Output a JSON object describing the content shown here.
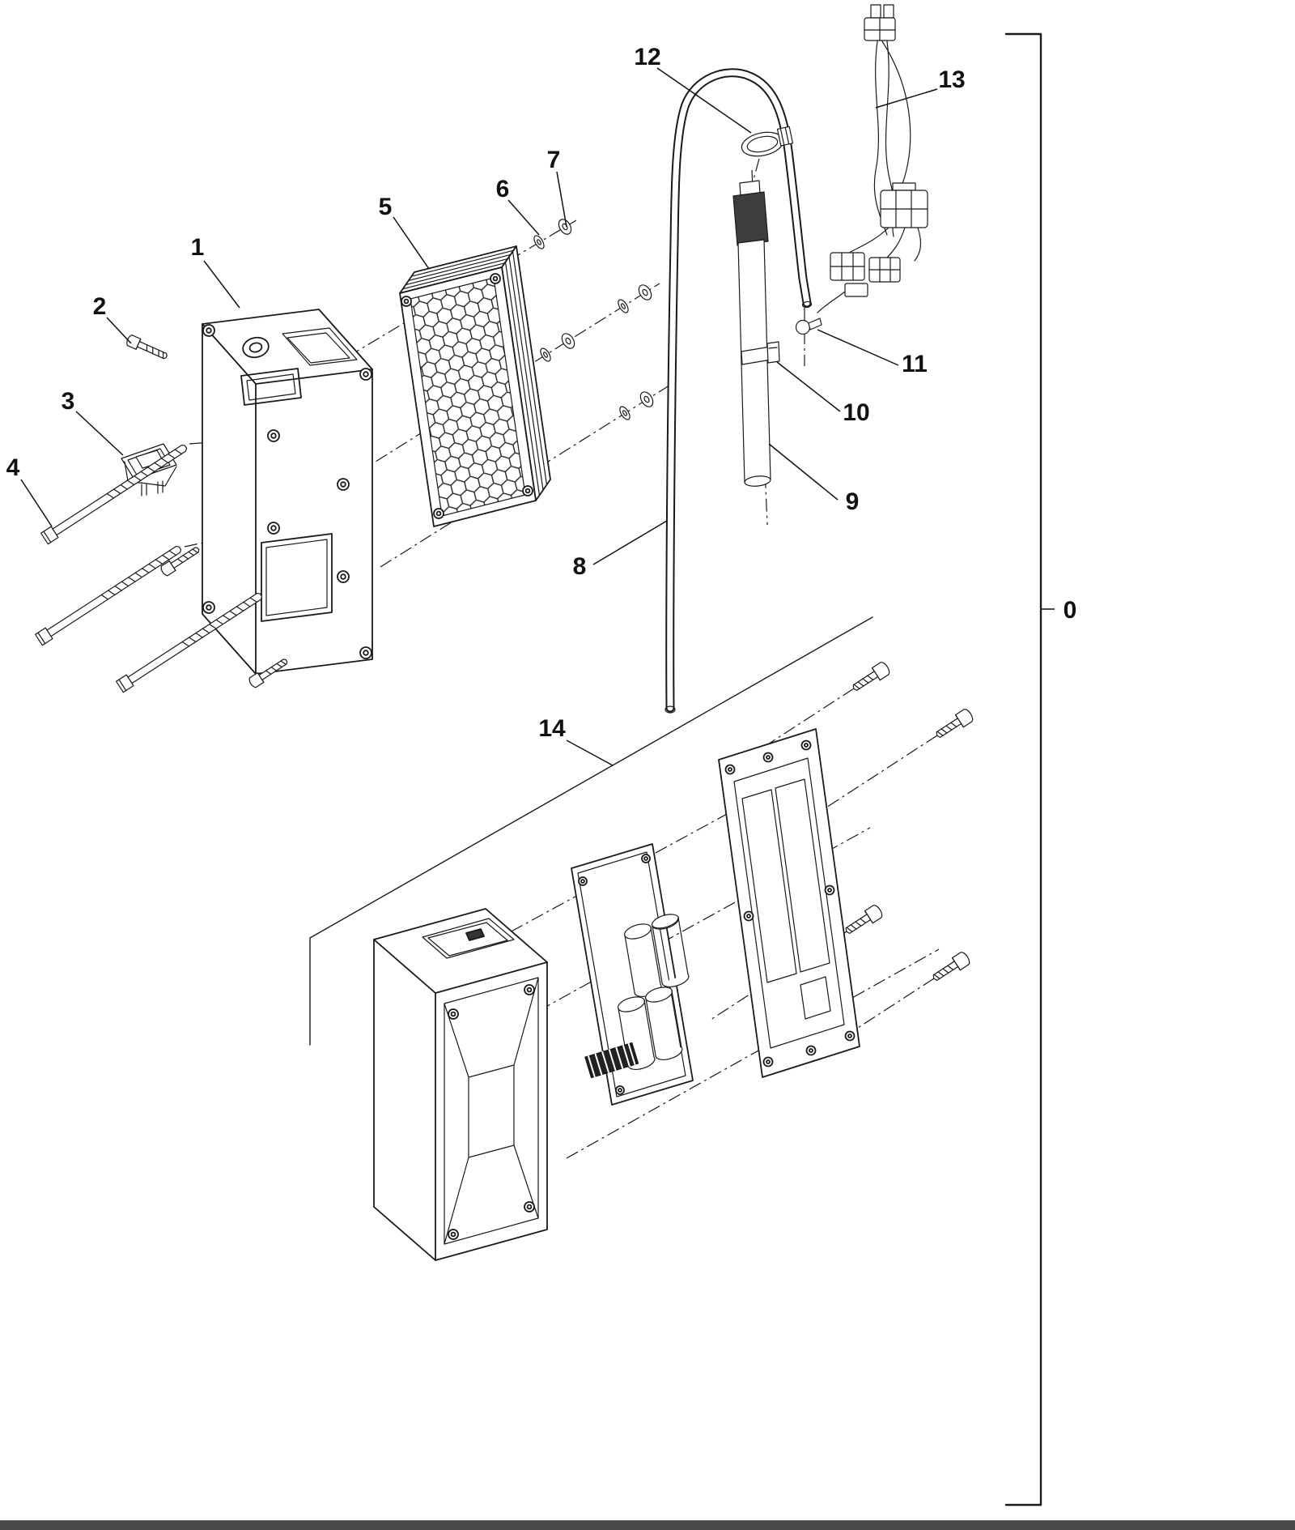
{
  "page": {
    "background_color": "#ffffff",
    "ink_color": "#1a1a1a",
    "dark_fill_color": "#3d3d3d"
  },
  "diagram": {
    "type": "exploded-parts-diagram",
    "callouts": [
      {
        "label": "0"
      },
      {
        "label": "1"
      },
      {
        "label": "2"
      },
      {
        "label": "3"
      },
      {
        "label": "4"
      },
      {
        "label": "5"
      },
      {
        "label": "6"
      },
      {
        "label": "7"
      },
      {
        "label": "8"
      },
      {
        "label": "9"
      },
      {
        "label": "10"
      },
      {
        "label": "11"
      },
      {
        "label": "12"
      },
      {
        "label": "13"
      },
      {
        "label": "14"
      }
    ]
  }
}
